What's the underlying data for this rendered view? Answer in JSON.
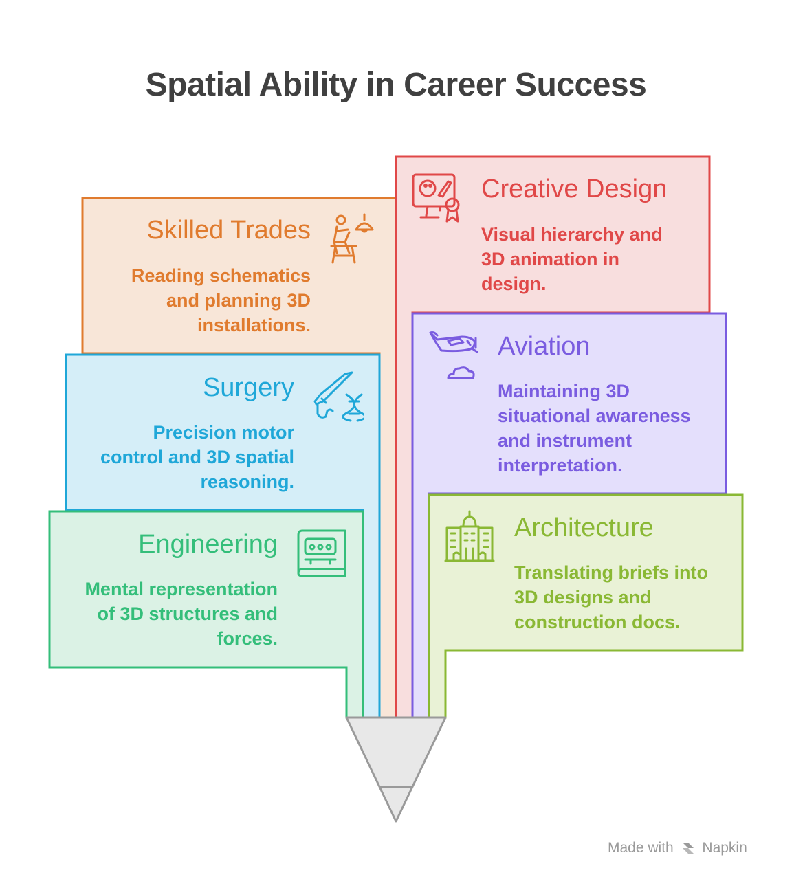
{
  "title": "Spatial Ability in Career Success",
  "blocks": [
    {
      "id": "skilled-trades",
      "title": "Skilled Trades",
      "description": "Reading schematics and planning 3D installations.",
      "icon": "worker-on-stool-icon",
      "color": "#E07B2E",
      "fill": "#F8E6D8"
    },
    {
      "id": "creative-design",
      "title": "Creative Design",
      "description": "Visual hierarchy and 3D animation in design.",
      "icon": "design-monitor-award-icon",
      "color": "#E04848",
      "fill": "#F8DEDE"
    },
    {
      "id": "surgery",
      "title": "Surgery",
      "description": "Precision motor control and 3D spatial reasoning.",
      "icon": "scalpel-dna-icon",
      "color": "#1FA7D8",
      "fill": "#D5EEF8"
    },
    {
      "id": "aviation",
      "title": "Aviation",
      "description": "Maintaining 3D situational awareness and instrument interpretation.",
      "icon": "airplane-cloud-icon",
      "color": "#7A5CE0",
      "fill": "#E4DFFC"
    },
    {
      "id": "engineering",
      "title": "Engineering",
      "description": "Mental representation of 3D structures and forces.",
      "icon": "blueprint-machine-icon",
      "color": "#34BE7A",
      "fill": "#DBF2E5"
    },
    {
      "id": "architecture",
      "title": "Architecture",
      "description": "Translating briefs into 3D designs and construction docs.",
      "icon": "city-buildings-icon",
      "color": "#8AB834",
      "fill": "#E9F2D6"
    }
  ],
  "funnel": {
    "fill": "#E8E8E8",
    "stroke": "#9A9A9A"
  },
  "footer": {
    "prefix": "Made with",
    "brand": "Napkin"
  }
}
